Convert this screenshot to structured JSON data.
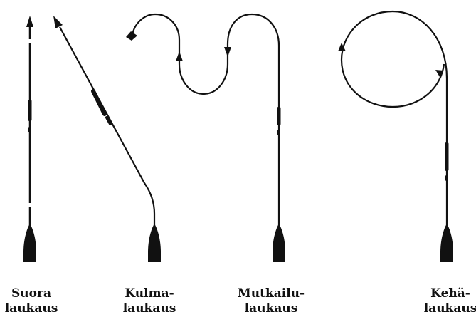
{
  "figure": {
    "labels": [
      {
        "line1": "Suora",
        "line2": "laukaus"
      },
      {
        "line1": "Kulma-",
        "line2": "laukaus"
      },
      {
        "line1": "Mutkailu-",
        "line2": "laukaus"
      },
      {
        "line1": "Kehä-",
        "line2": "laukaus"
      }
    ]
  },
  "colors": {
    "ink": "#111111",
    "background": "#ffffff"
  }
}
